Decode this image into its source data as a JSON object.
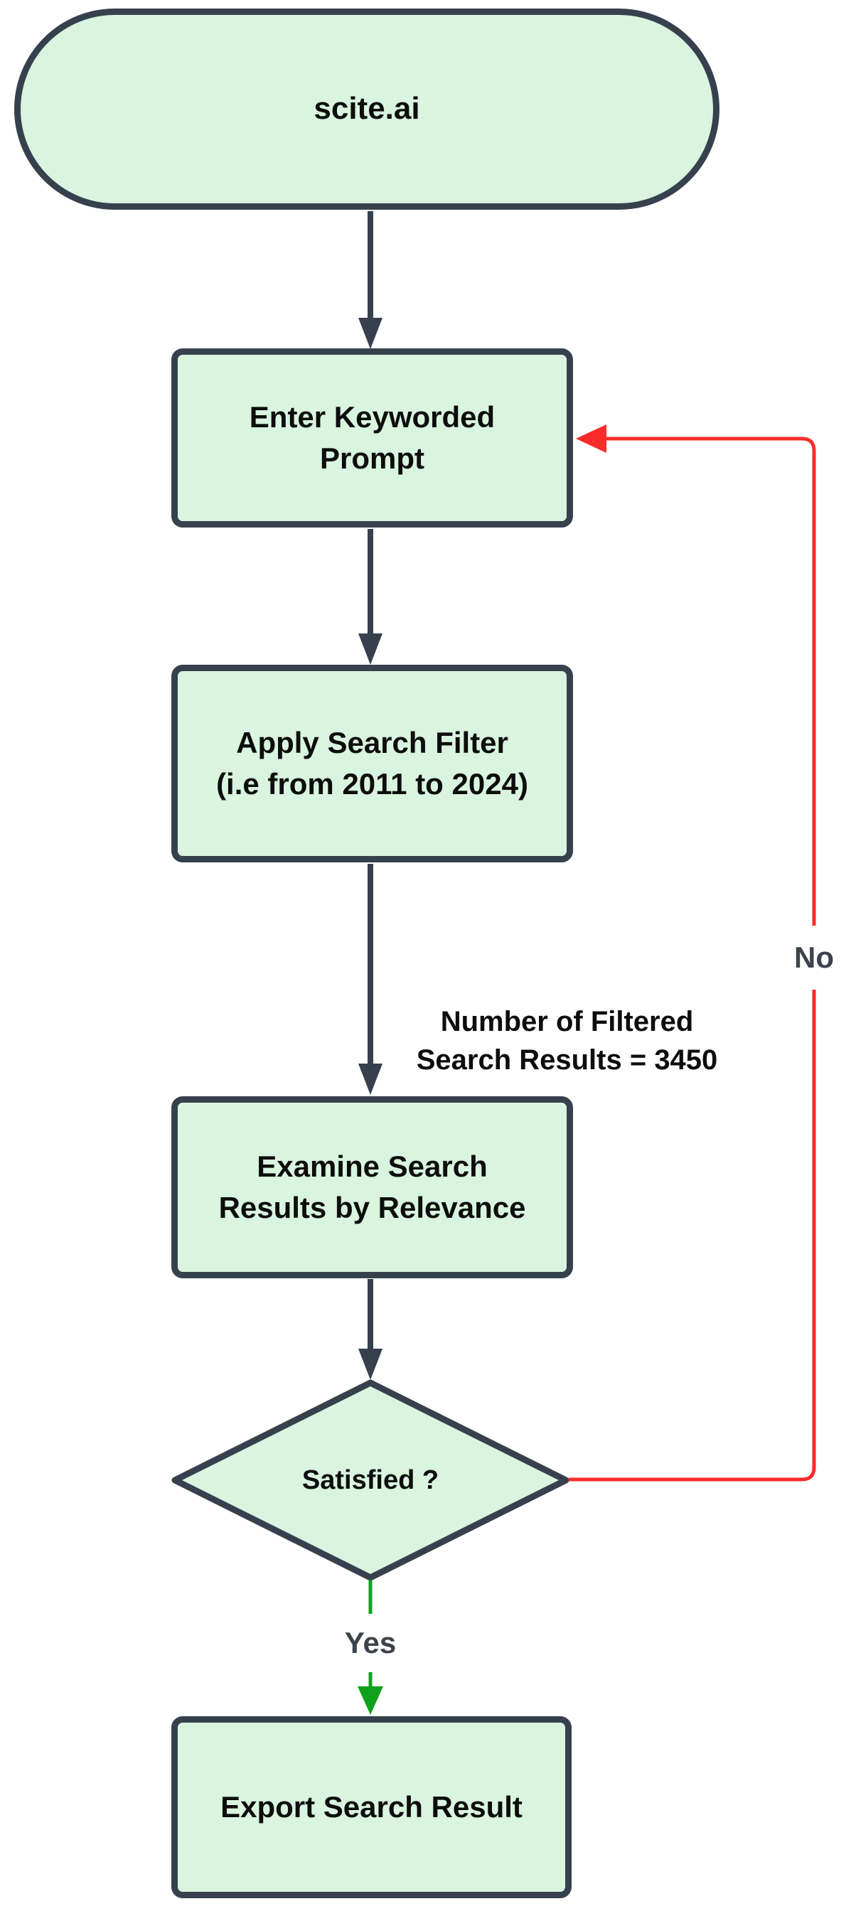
{
  "diagram_type": "flowchart",
  "colors": {
    "canvas-bg": "#ffffff",
    "node-fill": "#d9f4df",
    "node-border": "#36414d",
    "edge-dark": "#36414d",
    "edge-red": "#fb2b2b",
    "edge-green": "#0fa11a",
    "label-dark": "#3d434a",
    "text-black": "#0d0d0d"
  },
  "nodes": {
    "start": {
      "type": "terminator",
      "label": "scite.ai"
    },
    "enter_prompt": {
      "type": "process",
      "line1": "Enter Keyworded",
      "line2": "Prompt"
    },
    "apply_filter": {
      "type": "process",
      "line1": "Apply Search Filter",
      "line2": "(i.e from 2011 to 2024)"
    },
    "examine_results": {
      "type": "process",
      "line1": "Examine Search",
      "line2": "Results by Relevance"
    },
    "decision": {
      "type": "decision",
      "label": "Satisfied ?"
    },
    "export_result": {
      "type": "process",
      "label": "Export Search Result"
    }
  },
  "edge_labels": {
    "filtered_count": {
      "line1": "Number of Filtered",
      "line2": "Search Results = 3450"
    },
    "no": "No",
    "yes": "Yes"
  },
  "edges": [
    {
      "from": "start",
      "to": "enter_prompt",
      "color": "dark"
    },
    {
      "from": "enter_prompt",
      "to": "apply_filter",
      "color": "dark"
    },
    {
      "from": "apply_filter",
      "to": "examine_results",
      "color": "dark",
      "label": "Number of Filtered Search Results = 3450"
    },
    {
      "from": "examine_results",
      "to": "decision",
      "color": "dark"
    },
    {
      "from": "decision",
      "to": "export_result",
      "color": "green",
      "label": "Yes"
    },
    {
      "from": "decision",
      "to": "enter_prompt",
      "color": "red",
      "label": "No"
    }
  ]
}
